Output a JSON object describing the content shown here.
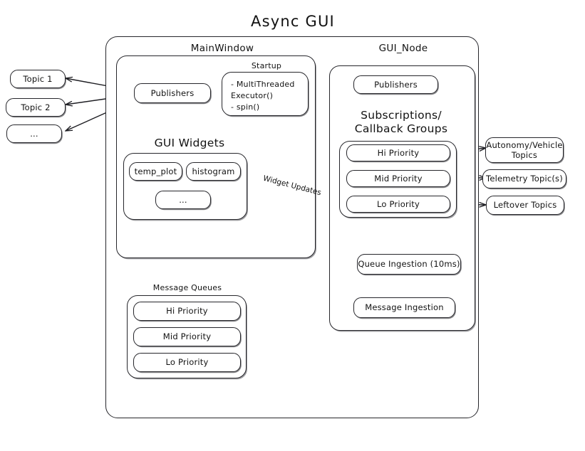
{
  "diagram": {
    "title": "Async GUI",
    "type": "architecture-diagram"
  },
  "left_topics": [
    {
      "id": "topic-1",
      "label": "Topic 1"
    },
    {
      "id": "topic-2",
      "label": "Topic 2"
    },
    {
      "id": "topic-more",
      "label": "..."
    }
  ],
  "main_window": {
    "title": "MainWindow",
    "publishers": {
      "label": "Publishers"
    },
    "startup": {
      "title": "Startup",
      "items_text": "- MultiThreaded\n  Executor()\n- spin()",
      "items": [
        "- MultiThreaded Executor()",
        "- spin()"
      ]
    },
    "gui_widgets": {
      "title": "GUI Widgets",
      "widgets": [
        {
          "id": "temp-plot",
          "label": "temp_plot"
        },
        {
          "id": "histogram",
          "label": "histogram"
        },
        {
          "id": "widget-more",
          "label": "..."
        }
      ]
    },
    "message_queues": {
      "title": "Message Queues",
      "queues": [
        {
          "id": "queue-hi",
          "label": "Hi Priority"
        },
        {
          "id": "queue-mid",
          "label": "Mid Priority"
        },
        {
          "id": "queue-lo",
          "label": "Lo Priority"
        }
      ]
    }
  },
  "gui_node": {
    "title": "GUI_Node",
    "publishers": {
      "label": "Publishers"
    },
    "subscriptions": {
      "title_line_1": "Subscriptions/",
      "title_line_2": "Callback Groups",
      "groups": [
        {
          "id": "sub-hi",
          "label": "Hi Priority"
        },
        {
          "id": "sub-mid",
          "label": "Mid Priority"
        },
        {
          "id": "sub-lo",
          "label": "Lo Priority"
        }
      ]
    },
    "queue_ingestion": {
      "label": "Queue Ingestion (10ms)"
    },
    "message_ingestion": {
      "label": "Message Ingestion"
    }
  },
  "right_topics": [
    {
      "id": "autonomy-topics",
      "label": "Autonomy/Vehicle\nTopics"
    },
    {
      "id": "telemetry-topics",
      "label": "Telemetry Topic(s)"
    },
    {
      "id": "leftover-topics",
      "label": "Leftover Topics"
    }
  ],
  "edge_labels": [
    {
      "id": "widget-updates",
      "label": "Widget Updates"
    }
  ],
  "colors": {
    "stroke": "#26262b",
    "text": "#121212",
    "background": "#ffffff"
  }
}
